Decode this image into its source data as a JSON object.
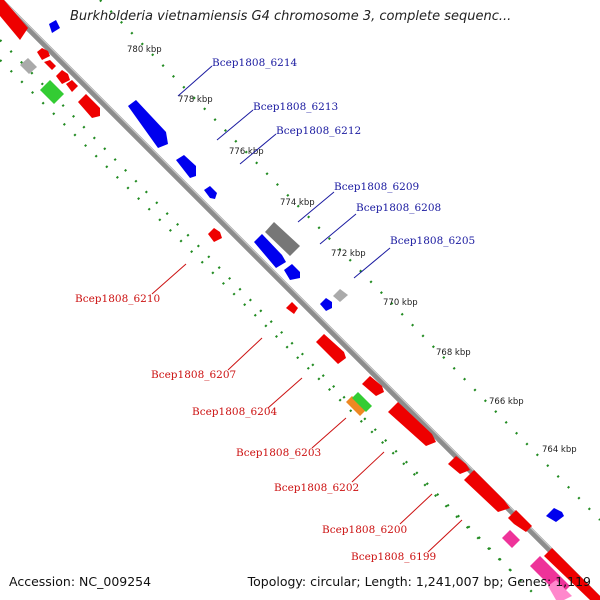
{
  "map": {
    "title": "Burkholderia vietnamiensis G4 chromosome 3, complete sequenc...",
    "accession_label": "Accession:",
    "accession_value": "NC_009254",
    "topology_text": "Topology: circular; Length: 1,241,007 bp; Genes: 1,119",
    "kbp_ticks": [
      "780 kbp",
      "778 kbp",
      "776 kbp",
      "774 kbp",
      "772 kbp",
      "770 kbp",
      "768 kbp",
      "766 kbp",
      "764 kbp"
    ],
    "gene_labels_top": [
      "Bcep1808_6214",
      "Bcep1808_6213",
      "Bcep1808_6212",
      "Bcep1808_6209",
      "Bcep1808_6208",
      "Bcep1808_6205"
    ],
    "gene_labels_bottom": [
      "Bcep1808_6210",
      "Bcep1808_6207",
      "Bcep1808_6204",
      "Bcep1808_6203",
      "Bcep1808_6202",
      "Bcep1808_6200",
      "Bcep1808_6199"
    ]
  },
  "colors": {
    "backbone": "#8c8c8c",
    "forward_cds": "#0000ee",
    "reverse_cds": "#ee0000",
    "gc_dots": "#228b22",
    "label_top": "#1a1aa0",
    "label_bottom": "#cc1111",
    "gray_feature": "#777777",
    "green_feature": "#33cc33",
    "orange_feature": "#ee8822",
    "pink_feature": "#ee3399"
  }
}
